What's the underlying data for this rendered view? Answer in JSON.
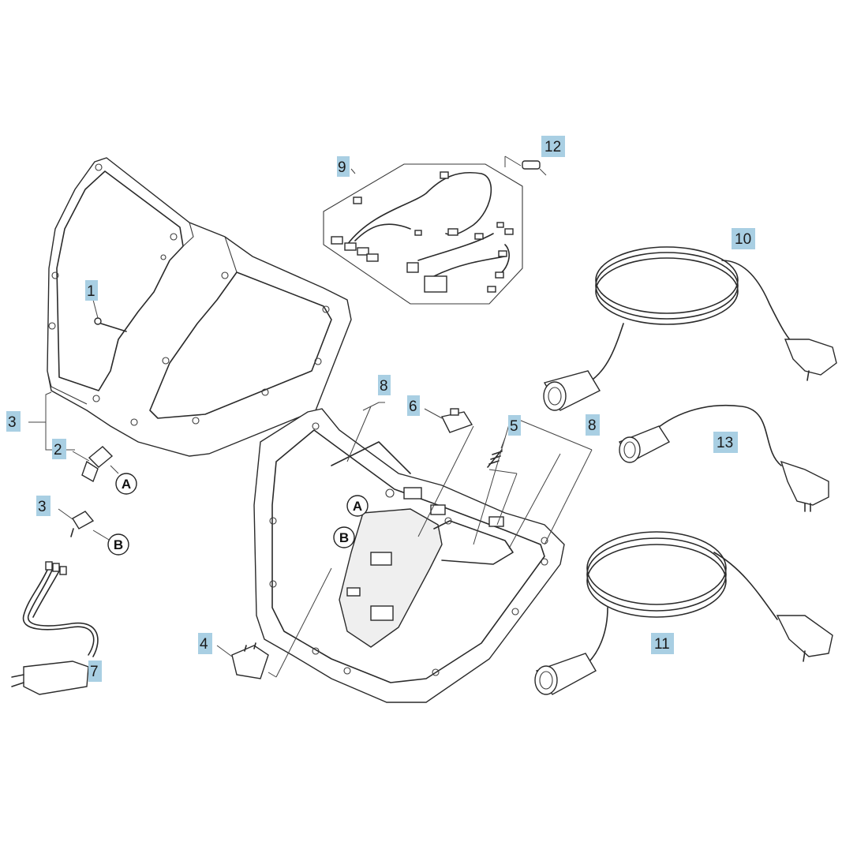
{
  "diagram": {
    "callouts": [
      {
        "id": "c9",
        "text": "9"
      },
      {
        "id": "c12",
        "text": "12"
      },
      {
        "id": "c10",
        "text": "10"
      },
      {
        "id": "c1",
        "text": "1"
      },
      {
        "id": "c3a",
        "text": "3"
      },
      {
        "id": "c8top",
        "text": "8"
      },
      {
        "id": "c6",
        "text": "6"
      },
      {
        "id": "c5",
        "text": "5"
      },
      {
        "id": "c8right",
        "text": "8"
      },
      {
        "id": "c2",
        "text": "2"
      },
      {
        "id": "c13",
        "text": "13"
      },
      {
        "id": "c3b",
        "text": "3"
      },
      {
        "id": "c11",
        "text": "11"
      },
      {
        "id": "c4",
        "text": "4"
      },
      {
        "id": "c7",
        "text": "7"
      }
    ],
    "letters": {
      "a1": "A",
      "b1": "B",
      "a2": "A",
      "b2": "B"
    },
    "colors": {
      "callout_fill": "#a9cfe3",
      "line": "#2a2a2a"
    }
  }
}
